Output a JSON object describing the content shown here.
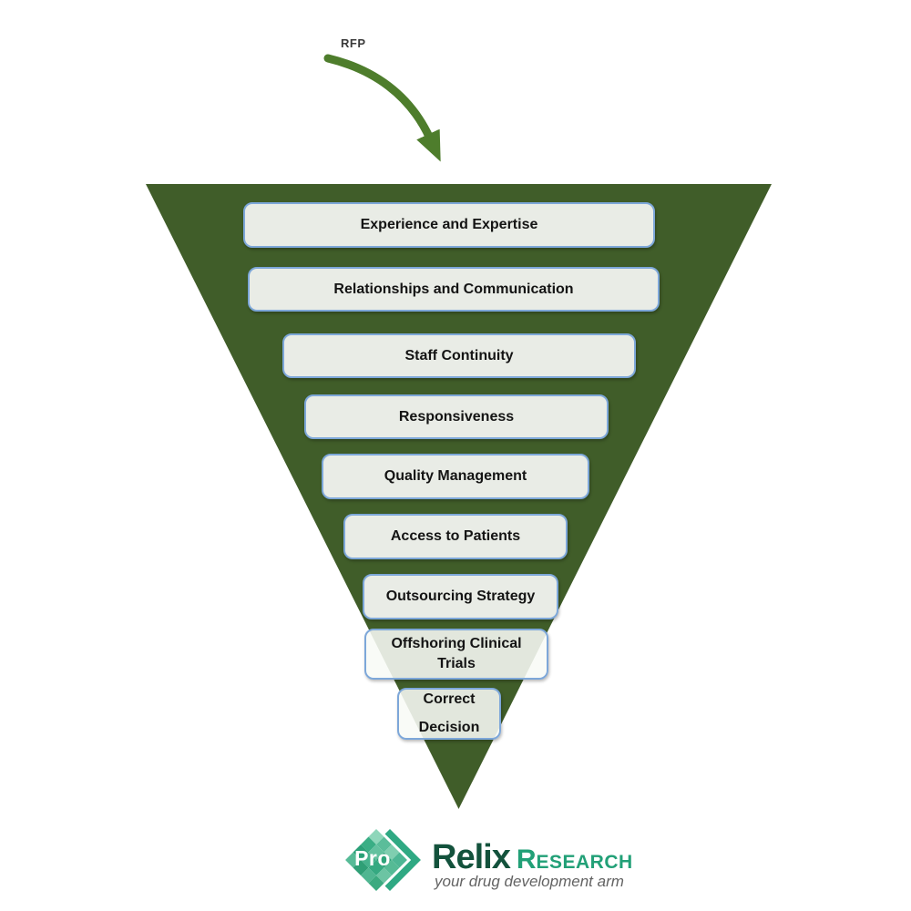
{
  "rfp": {
    "label": "RFP"
  },
  "funnel": {
    "triangle_color": "#405d29",
    "arrow_color": "#4e7d2c",
    "box_fill": "#e9ece6",
    "box_border": "#7da7d9",
    "items": [
      {
        "label": "Experience and Expertise"
      },
      {
        "label": "Relationships and Communication"
      },
      {
        "label": "Staff Continuity"
      },
      {
        "label": "Responsiveness"
      },
      {
        "label": "Quality Management"
      },
      {
        "label": "Access to Patients"
      },
      {
        "label": "Outsourcing Strategy"
      },
      {
        "label": "Offshoring Clinical Trials"
      },
      {
        "label": "Correct Decision"
      }
    ]
  },
  "logo": {
    "mark_text": "Pro",
    "brand": "Relix",
    "brand_secondary_initial": "R",
    "brand_secondary_rest": "ESEARCH",
    "tagline": "your drug development arm",
    "colors": {
      "relix_green": "#13523c",
      "research_green": "#22a077",
      "mark_green": "#2fa983",
      "tagline_gray": "#636363"
    }
  }
}
